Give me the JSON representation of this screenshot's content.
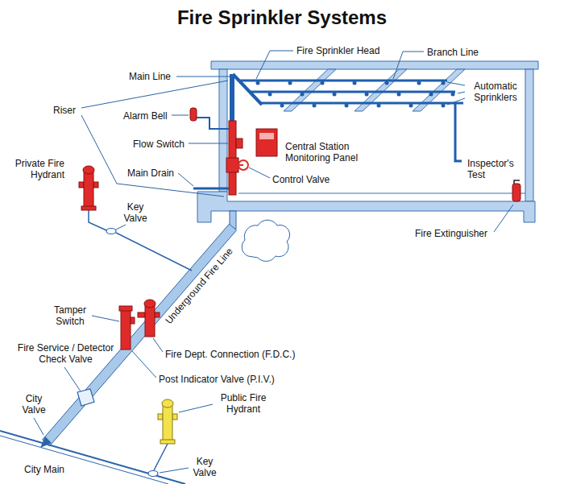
{
  "diagram": {
    "title": "Fire Sprinkler Systems",
    "labels": [
      "Fire Sprinkler Head",
      "Branch Line",
      "Main Line",
      "Automatic Sprinklers",
      "Riser",
      "Alarm Bell",
      "Flow Switch",
      "Central Station Monitoring Panel",
      "Private Fire Hydrant",
      "Inspector's Test",
      "Main Drain",
      "Control Valve",
      "Key Valve",
      "Fire Extinguisher",
      "Underground Fire Line",
      "Tamper Switch",
      "Fire Service / Detector Check Valve",
      "Fire Dept. Connection (F.D.C.)",
      "Post Indicator Valve (P.I.V.)",
      "Public Fire Hydrant",
      "City Valve",
      "City Main",
      "Key Valve"
    ]
  }
}
